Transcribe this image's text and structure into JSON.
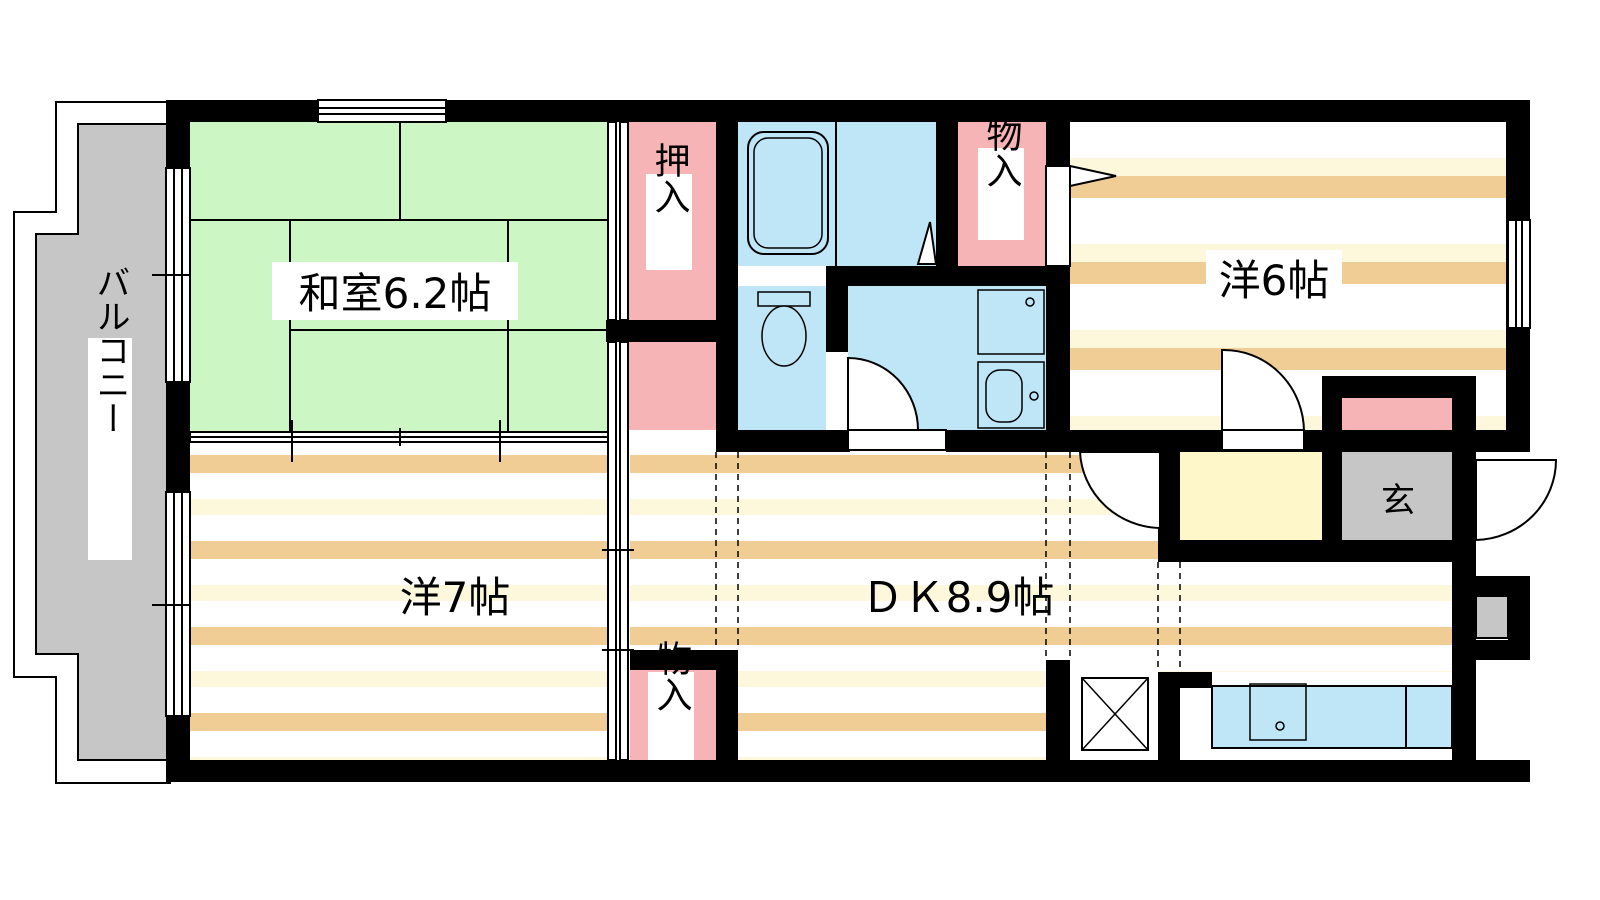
{
  "rooms": {
    "washitsu": "和室6.2帖",
    "yo7": "洋7帖",
    "yo6": "洋6帖",
    "dk": "ＤＫ8.9帖",
    "genkan": "玄",
    "balcony": "バルコニー"
  },
  "storage": {
    "oshiire": "押入",
    "monoire_top": "物入",
    "monoire_bottom": "物入"
  },
  "colors": {
    "wall": "#000000",
    "tatami": "#ccf7c5",
    "wood_light": "#fdf8dc",
    "wood_dark": "#f1cd96",
    "storage": "#f6b4b6",
    "wet_area": "#bfe6f6",
    "entry_floor": "#fdf7c9",
    "genkan_floor": "#c6c6c6",
    "balcony": "#c6c6c6"
  }
}
